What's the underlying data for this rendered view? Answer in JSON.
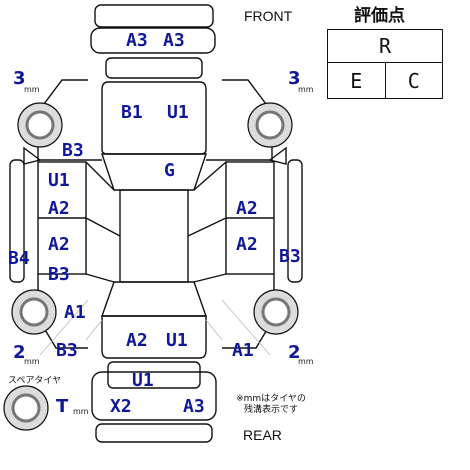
{
  "labels": {
    "front": "FRONT",
    "rear": "REAR",
    "spare": "スペアタイヤ",
    "note_line1": "※mmはタイヤの",
    "note_line2": "残溝表示です"
  },
  "grade": {
    "title": "評価点",
    "overall": "R",
    "exterior": "E",
    "interior": "C"
  },
  "tread": {
    "front_left": "3",
    "front_right": "3",
    "rear_left": "2",
    "rear_right": "2",
    "spare": "T",
    "unit": "mm"
  },
  "damage": {
    "front_bumper": [
      "A3",
      "A3"
    ],
    "hood": [
      "B1",
      "U1"
    ],
    "windshield": "G",
    "left_front_fender": "B3",
    "left_front_door": [
      "U1",
      "A2"
    ],
    "left_rear_door": [
      "A2",
      "B3"
    ],
    "left_rocker": "B4",
    "left_rear_quarter": "A1",
    "left_rear_lower": "B3",
    "right_front_door": "A2",
    "right_rear_door": "A2",
    "right_rocker": "B3",
    "right_rear_quarter": "A1",
    "trunk": [
      "A2",
      "U1"
    ],
    "rear_panel": "U1",
    "rear_bumper": [
      "X2",
      "A3"
    ]
  },
  "colors": {
    "damage_text": "#10189a",
    "outline": "#111111",
    "tire_ring": "#777777"
  },
  "icons": {
    "tire": "tire-icon",
    "car": "car-outline-icon"
  }
}
